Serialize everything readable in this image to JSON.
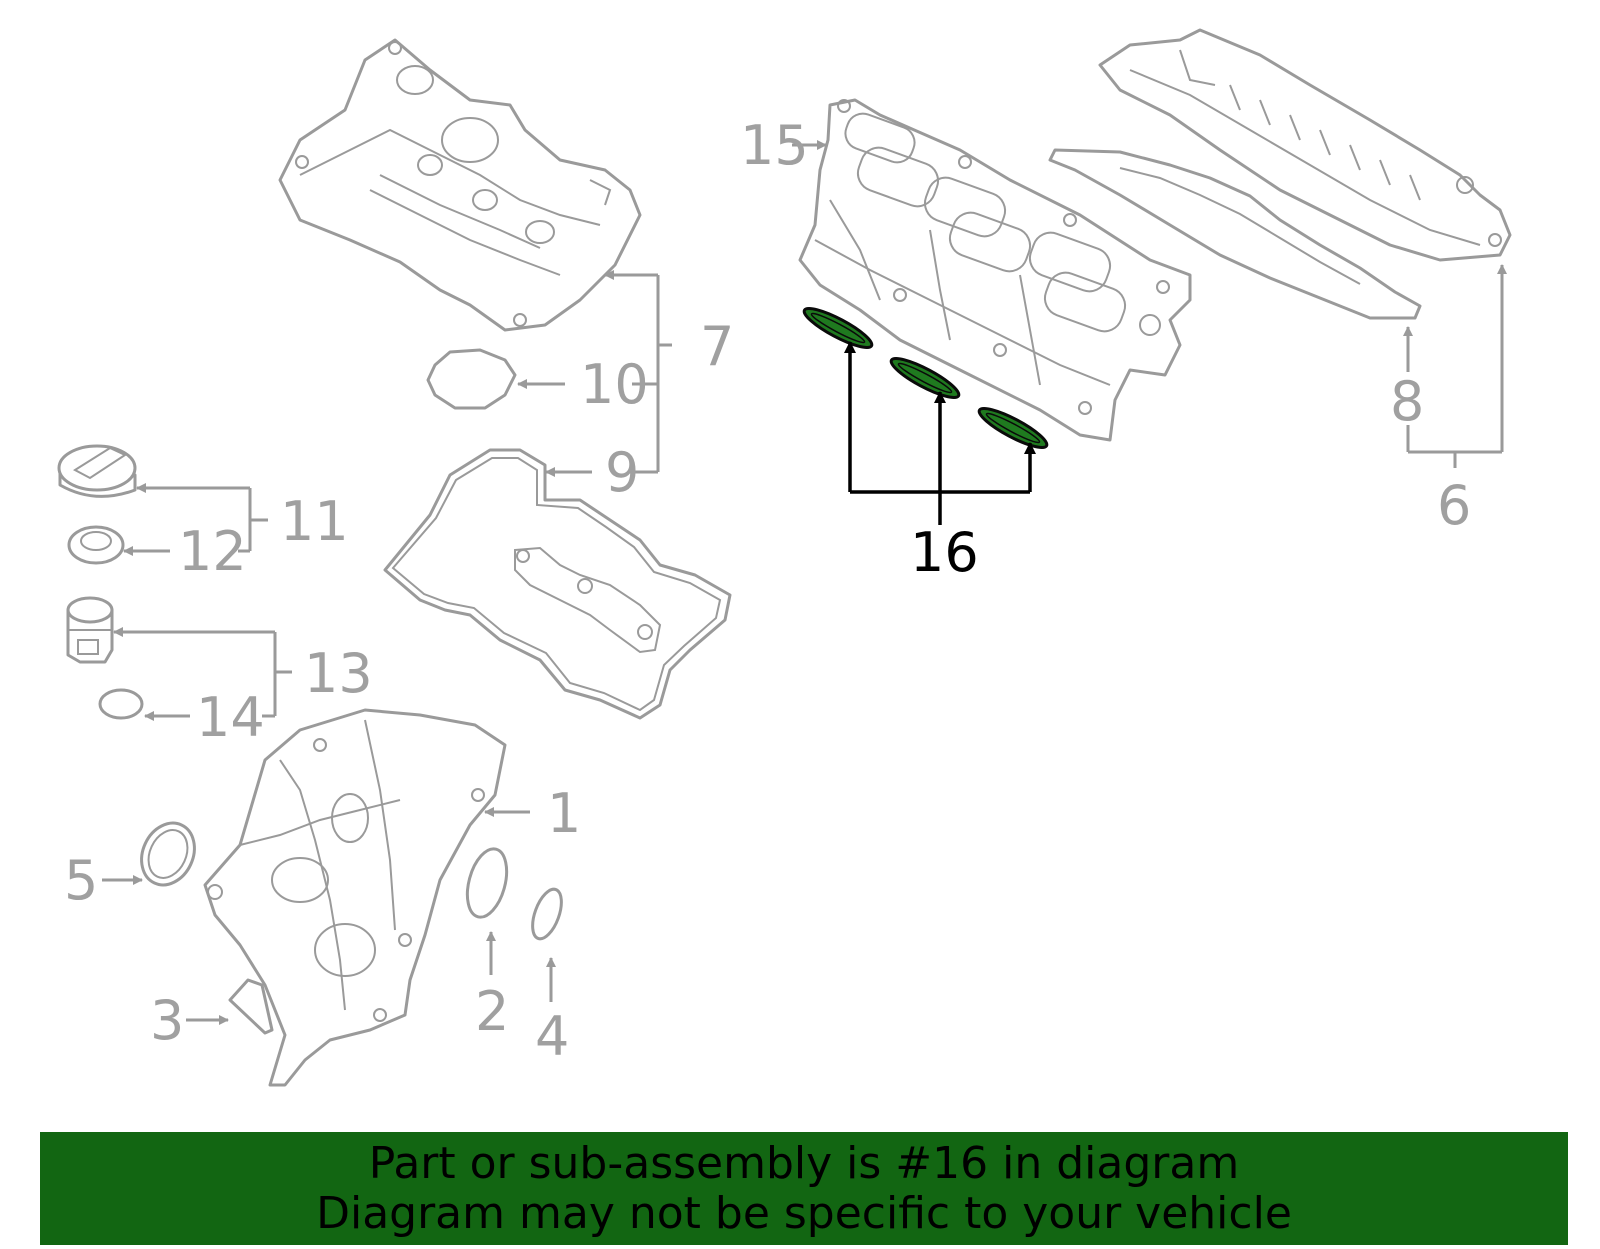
{
  "diagram": {
    "callouts": {
      "c1": "1",
      "c2": "2",
      "c3": "3",
      "c4": "4",
      "c5": "5",
      "c6": "6",
      "c7": "7",
      "c8": "8",
      "c9": "9",
      "c10": "10",
      "c11": "11",
      "c12": "12",
      "c13": "13",
      "c14": "14",
      "c15": "15",
      "c16": "16"
    },
    "highlighted_part": "16",
    "colors": {
      "line_art": "#9a9a9a",
      "highlight_fill": "#1f7a1f",
      "highlight_outline": "#000000",
      "banner_bg": "#126612"
    }
  },
  "banner": {
    "line1": "Part or sub-assembly is #16 in diagram",
    "line2": "Diagram may not be specific to your vehicle"
  }
}
